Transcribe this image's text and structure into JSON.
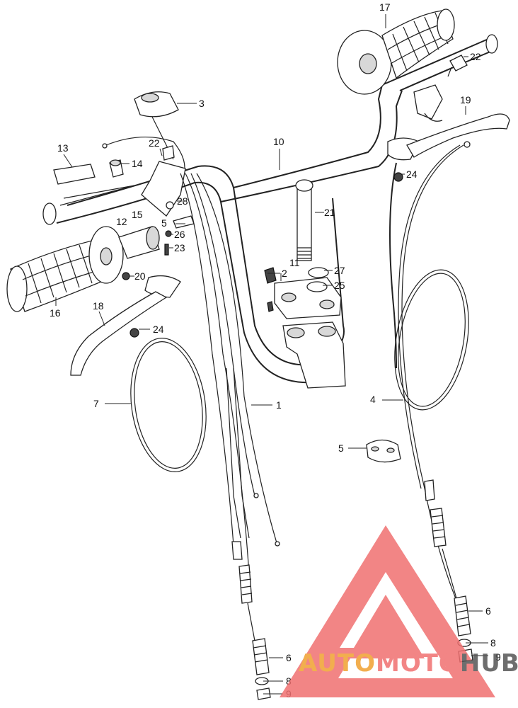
{
  "labels": [
    {
      "id": "callout-1",
      "text": "1"
    },
    {
      "id": "callout-2",
      "text": "2"
    },
    {
      "id": "callout-3",
      "text": "3"
    },
    {
      "id": "callout-4",
      "text": "4"
    },
    {
      "id": "callout-5a",
      "text": "5"
    },
    {
      "id": "callout-5b",
      "text": "5"
    },
    {
      "id": "callout-6a",
      "text": "6"
    },
    {
      "id": "callout-6b",
      "text": "6"
    },
    {
      "id": "callout-7",
      "text": "7"
    },
    {
      "id": "callout-8a",
      "text": "8"
    },
    {
      "id": "callout-8b",
      "text": "8"
    },
    {
      "id": "callout-9a",
      "text": "9"
    },
    {
      "id": "callout-9b",
      "text": "9"
    },
    {
      "id": "callout-10",
      "text": "10"
    },
    {
      "id": "callout-11",
      "text": "11"
    },
    {
      "id": "callout-12",
      "text": "12"
    },
    {
      "id": "callout-13",
      "text": "13"
    },
    {
      "id": "callout-14",
      "text": "14"
    },
    {
      "id": "callout-15",
      "text": "15"
    },
    {
      "id": "callout-16",
      "text": "16"
    },
    {
      "id": "callout-17",
      "text": "17"
    },
    {
      "id": "callout-18",
      "text": "18"
    },
    {
      "id": "callout-19",
      "text": "19"
    },
    {
      "id": "callout-20",
      "text": "20"
    },
    {
      "id": "callout-21",
      "text": "21"
    },
    {
      "id": "callout-22a",
      "text": "22"
    },
    {
      "id": "callout-22b",
      "text": "22"
    },
    {
      "id": "callout-23",
      "text": "23"
    },
    {
      "id": "callout-24a",
      "text": "24"
    },
    {
      "id": "callout-24b",
      "text": "24"
    },
    {
      "id": "callout-25",
      "text": "25"
    },
    {
      "id": "callout-26",
      "text": "26"
    },
    {
      "id": "callout-27",
      "text": "27"
    },
    {
      "id": "callout-28",
      "text": "28"
    }
  ],
  "watermark": {
    "part1": "AUTO",
    "part2": "MOTO",
    "part3": "HUB",
    "color_part1": "#f0a030",
    "color_part2": "#f07070",
    "color_part3": "#555555",
    "logo_color": "#f07070"
  }
}
